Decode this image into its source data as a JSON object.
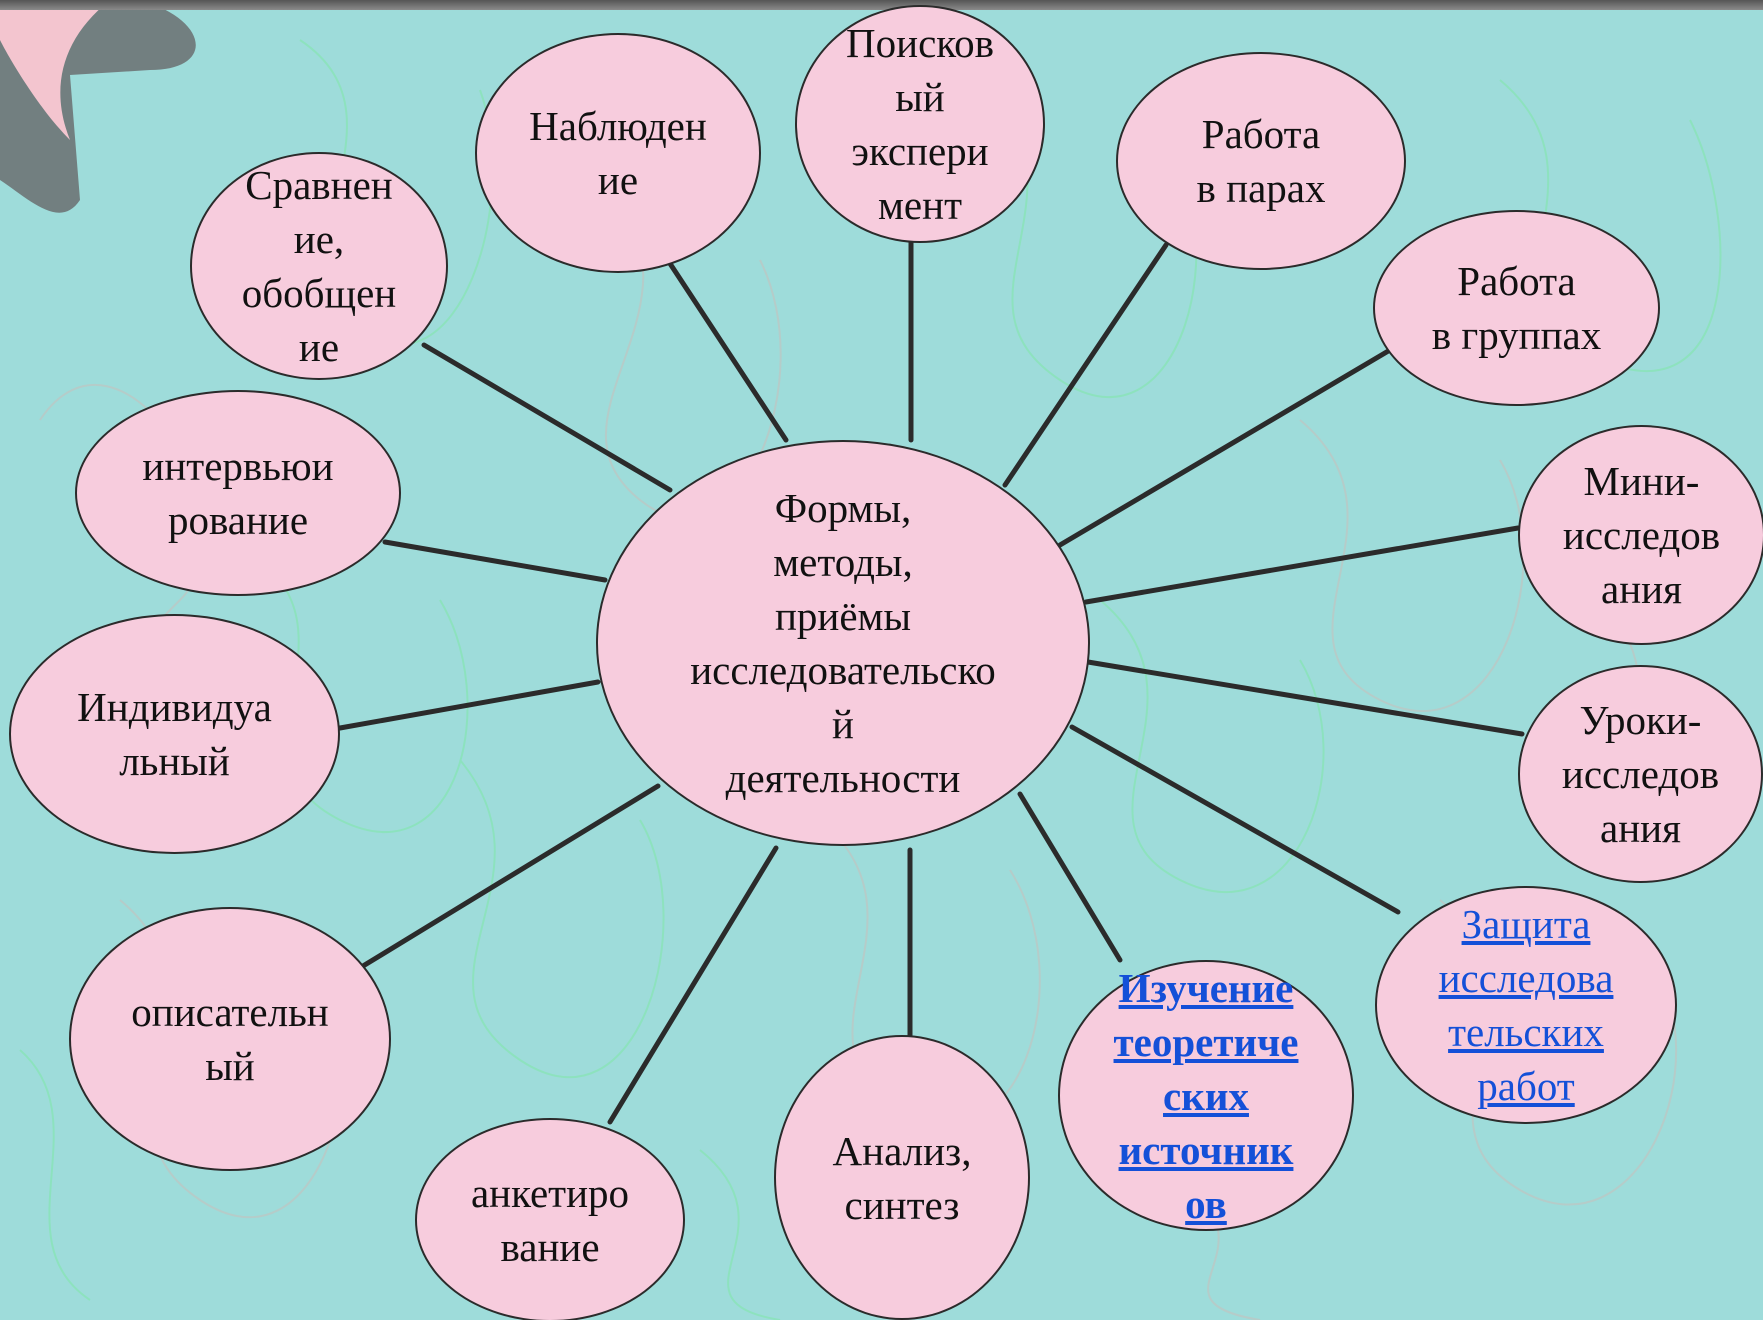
{
  "colors": {
    "background": "#9edcda",
    "node_fill": "#f7ccdd",
    "connector": "#2b2b2b",
    "link": "#1450d8"
  },
  "center": {
    "label": "Формы,\nметоды,\nприёмы\nисследовательско\nй\nдеятельности"
  },
  "nodes": [
    {
      "id": "observation",
      "label": "Наблюден\nие"
    },
    {
      "id": "search-experiment",
      "label": "Поисков\nый\nэкспери\nмент"
    },
    {
      "id": "pair-work",
      "label": "Работа\nв парах"
    },
    {
      "id": "group-work",
      "label": "Работа\nв группах"
    },
    {
      "id": "comparison",
      "label": "Сравнен\nие,\nобобщен\nие"
    },
    {
      "id": "interviewing",
      "label": "интервьюи\nрование"
    },
    {
      "id": "mini-research",
      "label": "Мини-\nисследов\nания"
    },
    {
      "id": "individual",
      "label": "Индивидуа\nльный"
    },
    {
      "id": "research-lessons",
      "label": "Уроки-\nисследов\nания"
    },
    {
      "id": "descriptive",
      "label": "описательн\nый"
    },
    {
      "id": "theory-sources",
      "label": "Изучение\nтеоретиче\nских\nисточник\nов",
      "link": true,
      "bold": true
    },
    {
      "id": "research-defense",
      "label": "Защита\nисследова\nтельских\nработ",
      "link": true
    },
    {
      "id": "questionnaire",
      "label": "анкетиро\nвание"
    },
    {
      "id": "analysis-synthesis",
      "label": "Анализ,\nсинтез"
    }
  ]
}
